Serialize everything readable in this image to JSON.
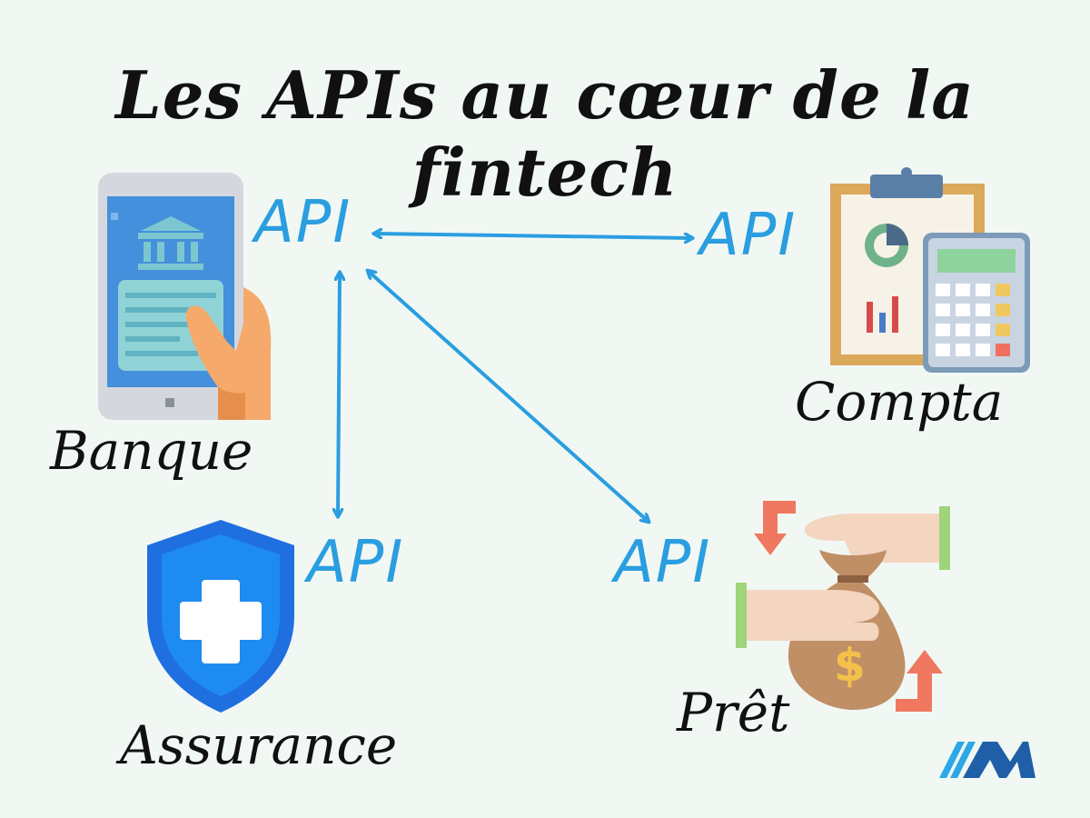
{
  "title": "Les APIs au cœur de la fintech",
  "api_label": "API",
  "nodes": {
    "banque": {
      "label": "Banque",
      "icon": "bank-app-phone-icon"
    },
    "compta": {
      "label": "Compta",
      "icon": "clipboard-calculator-icon"
    },
    "assurance": {
      "label": "Assurance",
      "icon": "shield-cross-icon"
    },
    "pret": {
      "label": "Prêt",
      "icon": "money-bag-hands-icon"
    }
  },
  "connections": [
    {
      "from": "banque",
      "to": "compta",
      "bidirectional": true
    },
    {
      "from": "banque",
      "to": "assurance",
      "bidirectional": true
    },
    {
      "from": "banque",
      "to": "pret",
      "bidirectional": true
    }
  ],
  "colors": {
    "background": "#f1f8f3",
    "api_text": "#2a9ee0",
    "arrow": "#2a9ee0",
    "text": "#111111",
    "logo_light": "#2aa8e8",
    "logo_dark": "#1f5fa8"
  },
  "logo": {
    "icon": "brand-logo-icon"
  }
}
